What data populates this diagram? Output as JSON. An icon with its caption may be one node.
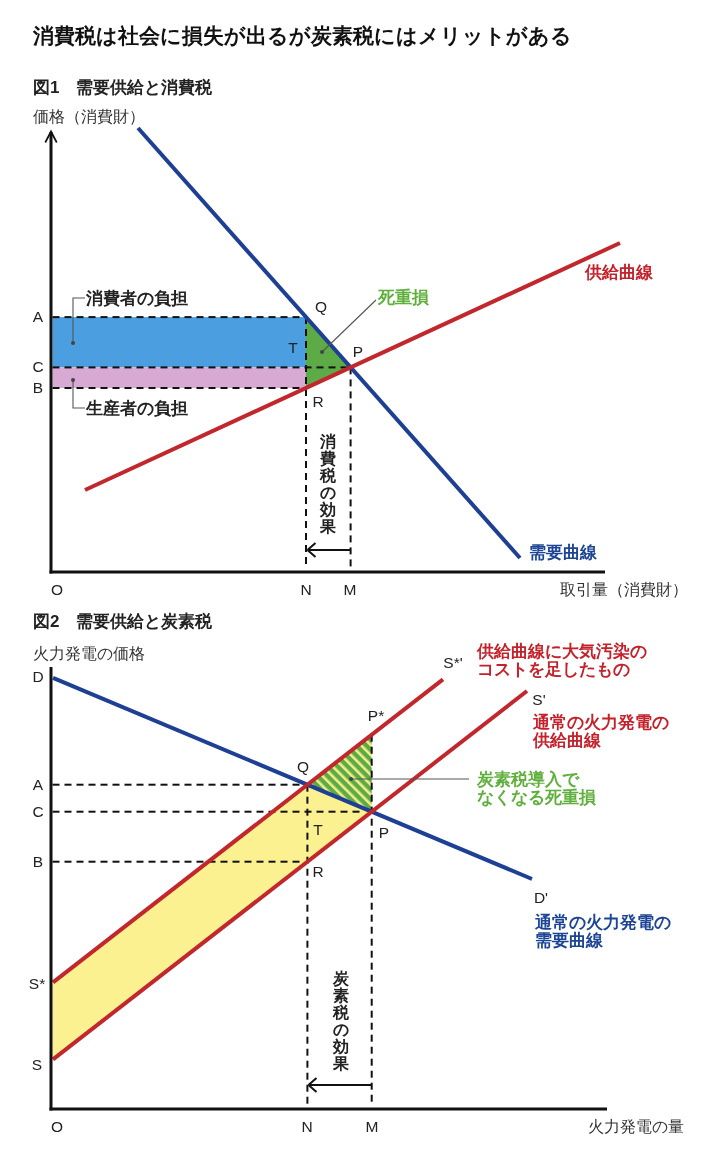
{
  "diagram": {
    "title": "消費税は社会に損失が出るが炭素税にはメリットがある",
    "nodes": [
      {
        "text": [
          "消費者の負担"
        ]
      },
      {
        "text": [
          "死重損"
        ]
      },
      {
        "text": [],
        "shape": "box"
      },
      {
        "text": [],
        "shape": "triangle"
      },
      {
        "text": [],
        "shape": "box"
      },
      {
        "text": [
          "生産者の負担"
        ]
      },
      {
        "text": [],
        "shape": "triangle"
      },
      {
        "text": [
          "炭素税導入でなくなる死重損"
        ]
      }
    ],
    "edges": [
      {
        "from": 0,
        "to": 2,
        "arrow": "other"
      },
      {
        "from": 1,
        "to": 3,
        "arrow": "other"
      },
      {
        "from": 5,
        "to": 4,
        "arrow": "other"
      },
      {
        "from": 7,
        "to": 6,
        "arrow": "other"
      }
    ],
    "labels": [
      "図1　需要供給と消費税",
      "価格（消費財）",
      "供給曲線",
      "A",
      "Q",
      "T",
      "P",
      "C",
      "B",
      "R",
      "消費税の効果",
      "需要曲線",
      "O",
      "N",
      "M",
      "取引量（消費財）",
      "図2　需要供給と炭素税",
      "火力発電の価格",
      "供給曲線に大気汚染のコストを足したもの",
      "S*'",
      "D",
      "S'",
      "P*",
      "通常の火力発電の供給曲線",
      "Q",
      "A",
      "C",
      "T",
      "P",
      "B",
      "R",
      "D'",
      "通常の火力発電の需要曲線",
      "S*",
      "炭素税の効果",
      "S",
      "O",
      "N",
      "M",
      "火力発電の量"
    ]
  }
}
